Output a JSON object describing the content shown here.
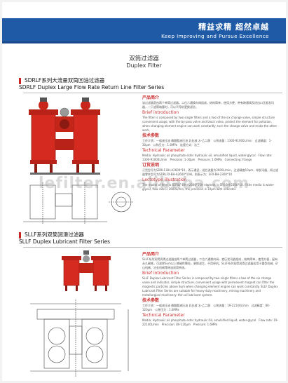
{
  "header": {
    "slogan_cn": "精益求精 超然卓越",
    "slogan_en": "Keep Improving and Pursue Excellence"
  },
  "page_title_cn": "双筒过滤器",
  "page_title_en": "Duplex Filter",
  "watermark": "lefilter.en.alibaba.com",
  "section1": {
    "title_cn": "SDRLF系列大流量双筒回油过滤器",
    "title_en": "SDRLF Duplex Large Flow Rate Return Line Filter Series",
    "intro_cn_head": "产品简介",
    "intro_cn": "该过滤器是由两个单筒过滤器，二位六通换向阀组成，结构简单，使用方便，带有跨通阀及进出口压差发讯器，一只滤筒堵塞时，可以不停机更换滤芯。",
    "intro_en_head": "Brief introduction",
    "intro_en": "The filter is composed by two single filters and a two of the six change valve, simple structure convenient usage, with the by-pass valve and block valve, protect the element for pollution, when changing element engine can work constantly, turn the change valve and make the other work.",
    "tech_cn_head": "技术参数",
    "tech_cn": "工作介质：一般液压油 磷酸酯液压油 乳化液 水-乙二醇　公称流量：1300-91000L/min　过滤精度：1-30μm　公称压力：1.6MPa　连接方式：法兰",
    "tech_en_head": "Technical Parameter",
    "tech_en": "Media: Hydraulic oil phosphate ester hydraulic oil, emulsified liquid, water-glycol　Flow rate: 1300-91000L/min　Precision: 1-30μm　Pressure: 1.6MPa　Connecting: Flange",
    "order_cn_head": "订货说明",
    "order_cn": "订货型号为SDRLF-BH-A2600*10，表示通径，滤芯流量为2600L/min，过滤精度10μm，带发讯器，如过滤器零件型号为SDRLFX-BH-A2600*10H，则表示为：SFX-BH-2300*10",
    "order_en_head": "Lectotype illustration",
    "order_en": "The model of filter is SDRLF-BH-A2600*10H element is SFX-BH-2300*10. If the media is water-glycol, flow rate is 2600L/min, the precision is 10μm with indicator."
  },
  "section2": {
    "title_cn": "SLLF系列双筒润滑过滤器",
    "title_en": "SLLF Duplex Lubricant Filter Series",
    "intro_cn_head": "产品简介",
    "intro_cn": "SLLF系列双筒润滑过滤器由两个单筒过滤器，二位六通换向阀，差压发讯器组成，结构简单，使用方便，配有永久磁铁，可滤除Sum以上铁磁性颗粒，更换滤芯，不用停机。SLLF系列双筒润滑过滤器适用于重型机械、矿山机械、冶金机械等稀油润滑系统。",
    "intro_en_head": "Brief introduction",
    "intro_en": "SLLF Duplex Lubricant Filter Series is composed by two single filters a two of the six change valve and indicator, simple structure, convenient usage with permanent magnet can filter the magnetic particles above Sum when changing element engine can work constantly. SLLF Duplex Lubricant Filter Series are suitable for heavy-duty machinery, mining machinery and metallurgical machinery: thin oil lubricant system.",
    "tech_cn_head": "技术参数",
    "tech_cn": "工作介质：一般液压油 磷酸酯液压油 乳化液 水-乙二醇　公称流量：19-22140L/min　过滤精度：80-120μm　公称压力：1.6MPa",
    "tech_en_head": "Technical Parameter",
    "tech_en": "Media: Hydraulic oil phosphate ester hydraulic Oil, emulsified liquid, water-glycol　Flow rate: 19-22140L/min　Precision: 80-120μm　Pressure: 1.6MPa"
  },
  "colors": {
    "banner": "#1f5aa6",
    "heading_accent": "#cc3333",
    "filter_body": "#d42a1f"
  }
}
